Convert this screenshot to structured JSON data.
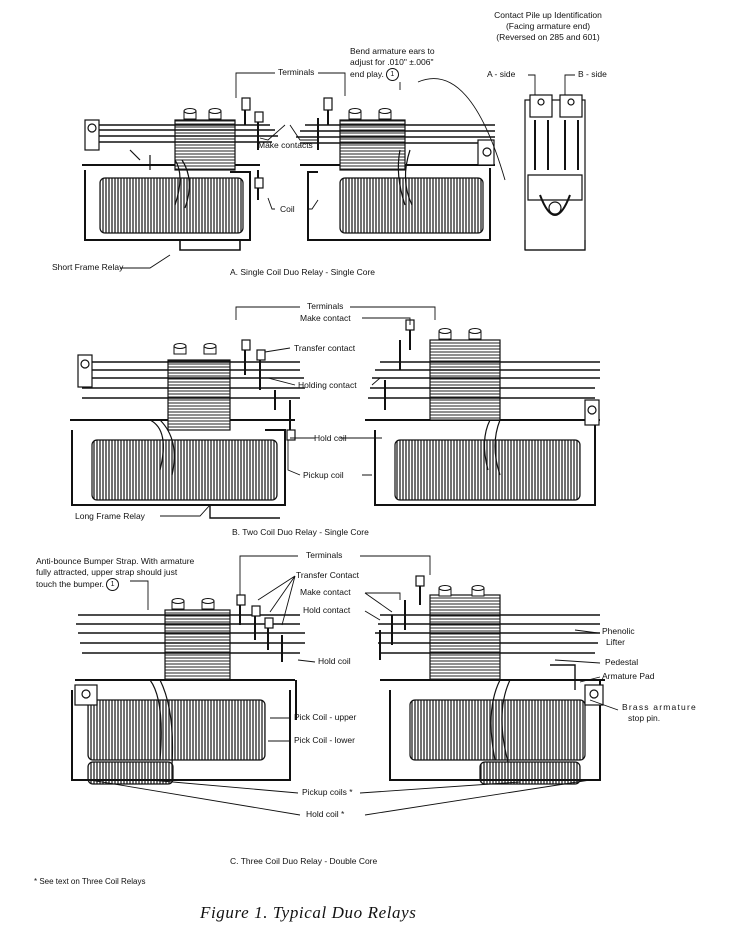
{
  "figure_title": "Figure 1. Typical Duo Relays",
  "footnote": "* See text on Three Coil Relays",
  "panel_a": {
    "caption": "A.  Single Coil Duo Relay - Single Core",
    "terminals": "Terminals",
    "bend_note_1": "Bend armature ears to",
    "bend_note_2": "adjust for .010\" ±.006\"",
    "bend_note_3": "end play.",
    "marker": "1",
    "make_contacts": "Make contacts",
    "coil": "Coil",
    "short_frame": "Short Frame Relay",
    "pileup_title_1": "Contact Pile up Identification",
    "pileup_title_2": "(Facing armature end)",
    "pileup_title_3": "(Reversed on 285 and 601)",
    "a_side": "A - side",
    "b_side": "B - side"
  },
  "panel_b": {
    "caption": "B.  Two Coil Duo Relay - Single Core",
    "terminals": "Terminals",
    "make_contact": "Make contact",
    "transfer_contact": "Transfer contact",
    "holding_contact": "Holding contact",
    "hold_coil": "Hold coil",
    "pickup_coil": "Pickup  coil",
    "long_frame": "Long Frame Relay"
  },
  "panel_c": {
    "caption": "C.  Three Coil Duo Relay - Double Core",
    "bumper_1": "Anti-bounce Bumper Strap. With armature",
    "bumper_2": "fully attracted, upper strap should just",
    "bumper_3": "touch the bumper.",
    "marker": "1",
    "terminals": "Terminals",
    "transfer_contact": "Transfer Contact",
    "make_contact": "Make contact",
    "hold_contact": "Hold contact",
    "phenolic_1": "Phenolic",
    "phenolic_2": "Lifter",
    "pedestal": "Pedestal",
    "armature_pad": "Armature Pad",
    "brass_1": "Brass  armature",
    "brass_2": "stop pin.",
    "hold_coil": "Hold coil",
    "pick_upper": "Pick Coil - upper",
    "pick_lower": "Pick Coil - lower",
    "pickup_coils": "Pickup  coils *",
    "hold_coil_star": "Hold coil *"
  }
}
